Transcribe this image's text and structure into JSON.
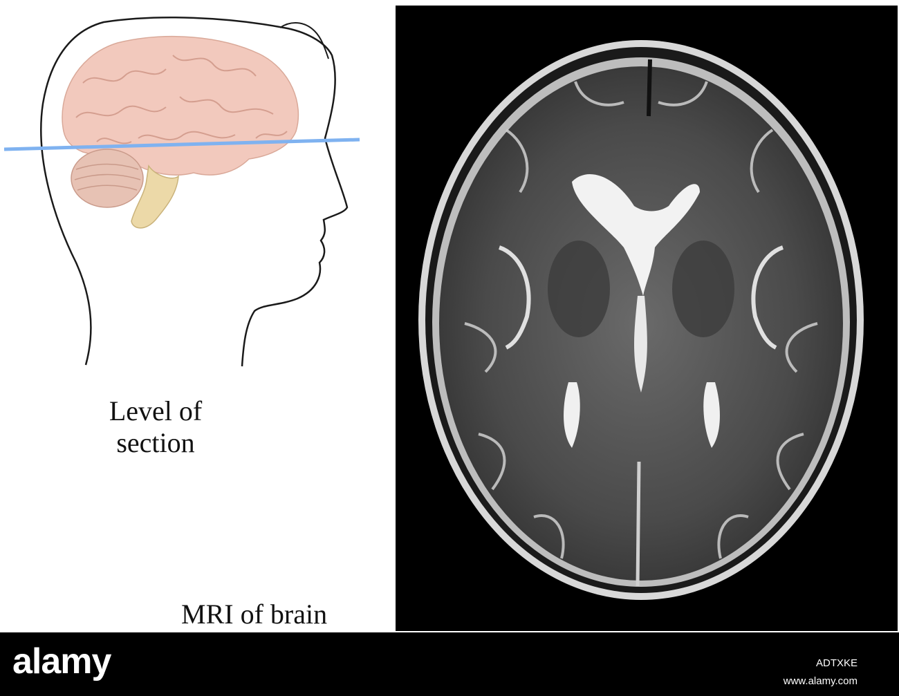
{
  "illustration": {
    "caption_line1": "Level of",
    "caption_line2": "section",
    "section_line_color": "#7fb2f0",
    "brain_color": "#f2c9bd"
  },
  "mri": {
    "caption": "MRI of brain"
  },
  "footer": {
    "logo": "alamy",
    "image_id": "ADTXKE",
    "url": "www.alamy.com"
  }
}
